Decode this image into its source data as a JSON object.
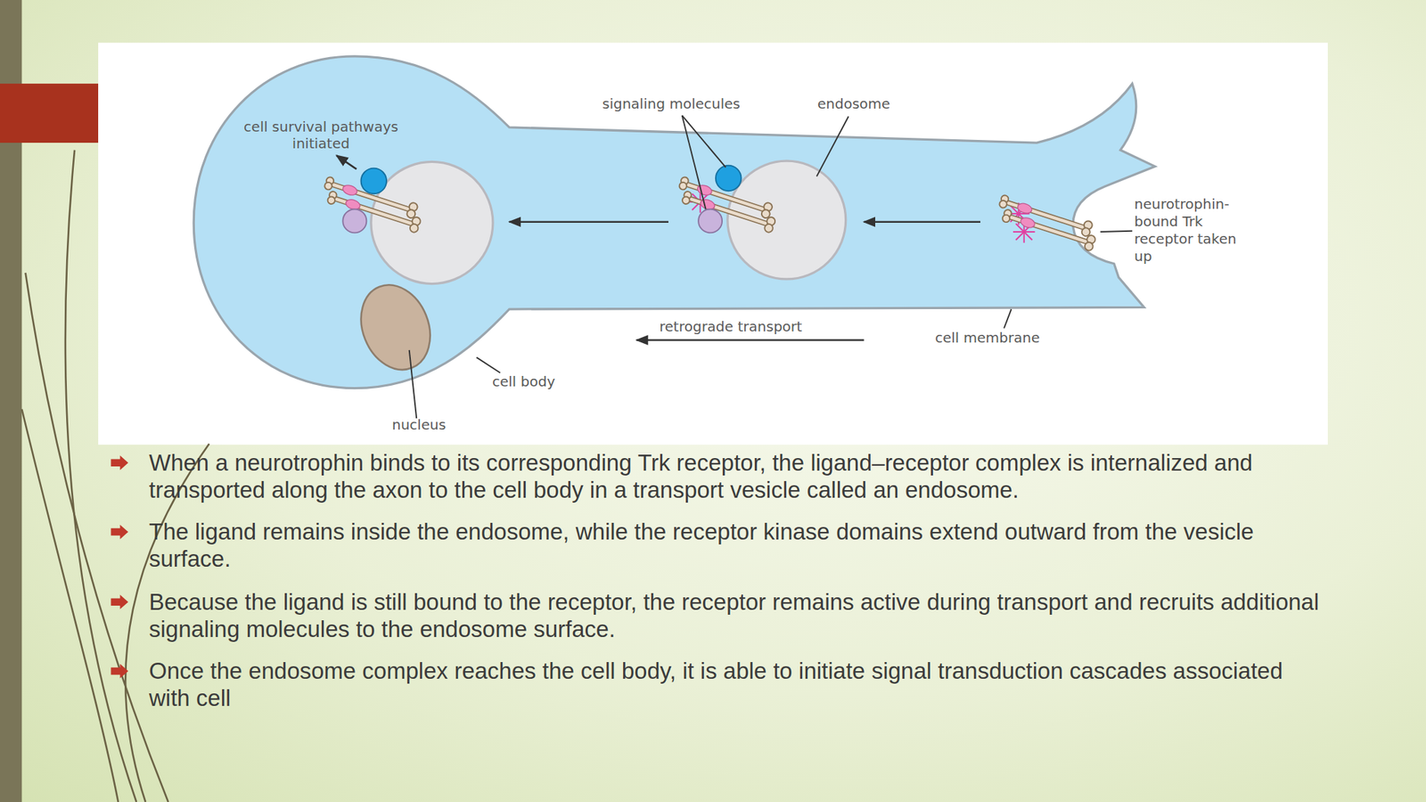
{
  "diagram": {
    "labels": [
      "cell survival pathways initiated",
      "signaling molecules",
      "endosome",
      "neurotrophin-bound Trk receptor taken up",
      "retrograde transport",
      "cell membrane",
      "cell body",
      "nucleus",
      "When a neurotrophin binds to its corresponding Trk receptor, the ligand–receptor complex is internalized and transported along the axon to the cell body in a transport vesicle called an endosome.",
      "The ligand remains inside the endosome, while the receptor kinase domains extend outward from the vesicle surface.",
      "Because the ligand is still bound to the receptor, the receptor remains active during transport and recruits additional signaling molecules to the endosome surface.",
      "Once the endosome complex reaches the cell body, it is able to initiate signal transduction cascades associated with cell"
    ]
  }
}
